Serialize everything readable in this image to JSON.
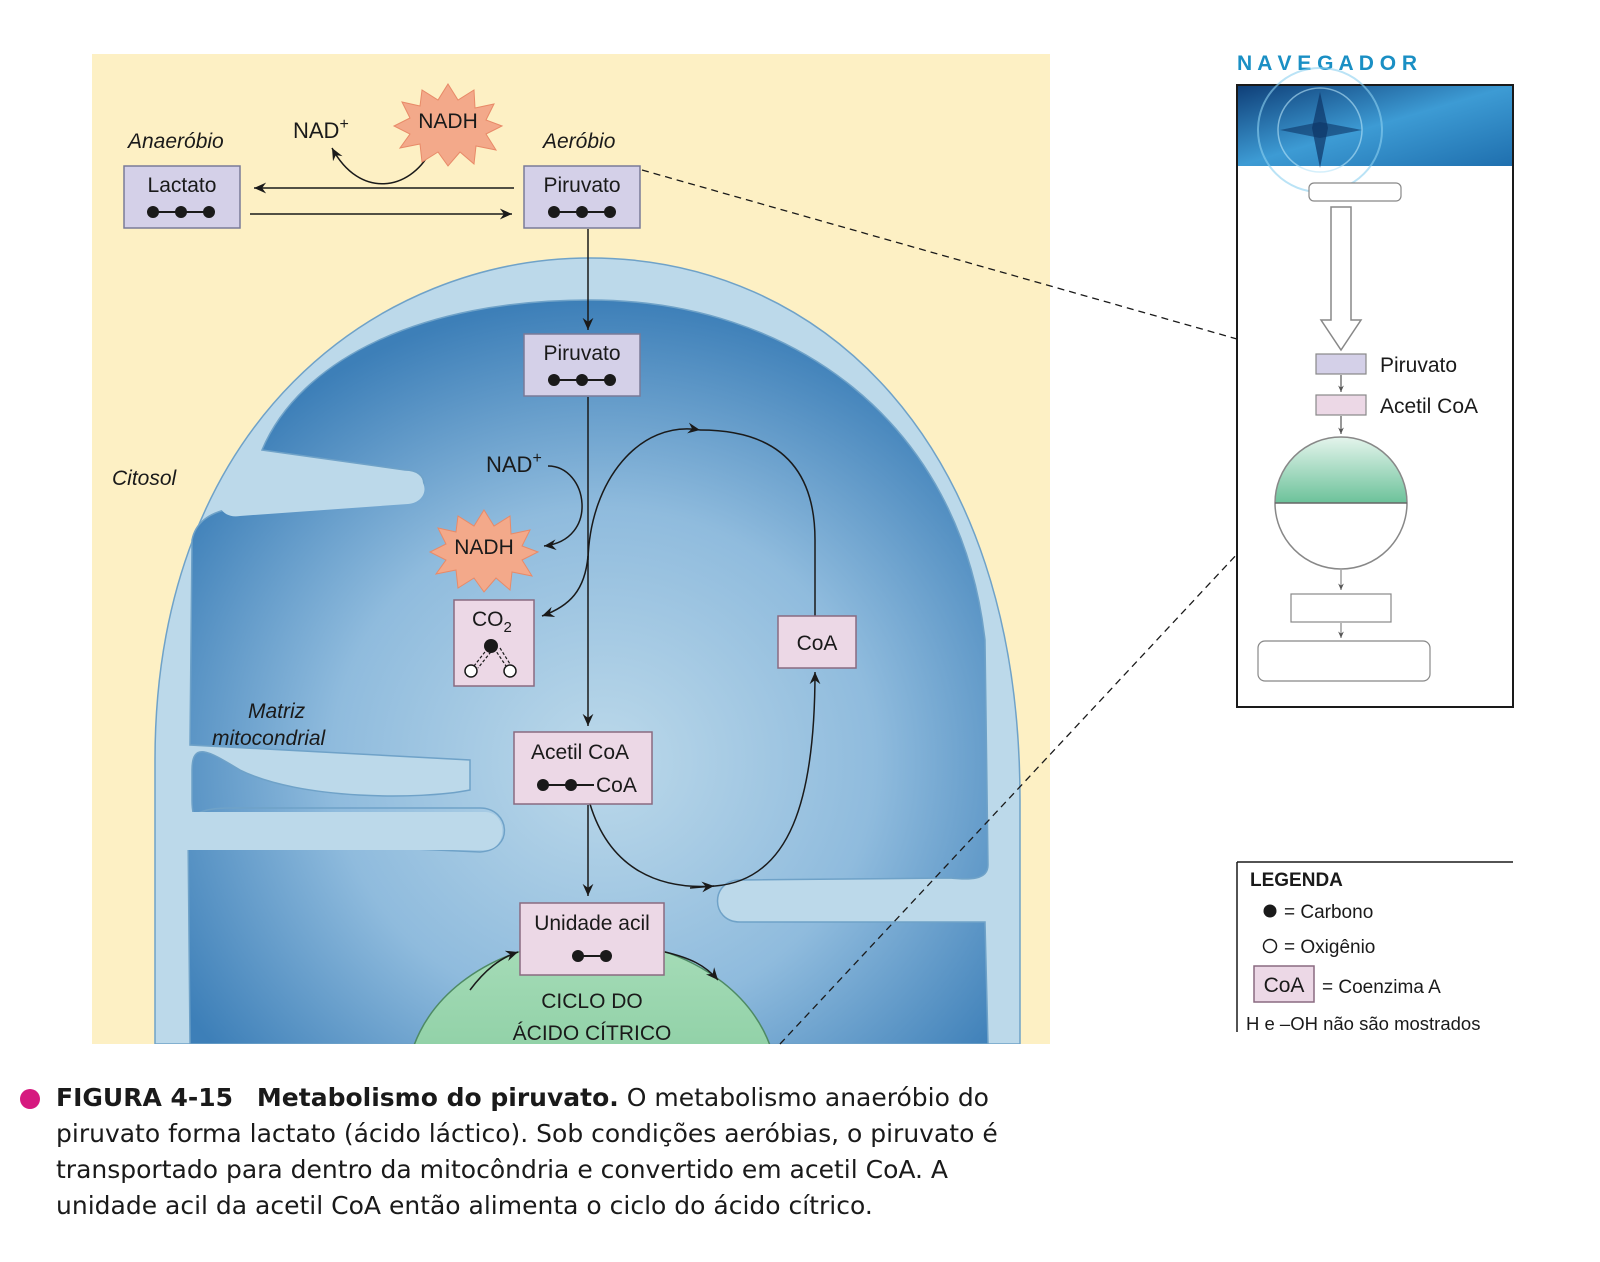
{
  "colors": {
    "cytosol": "#fdf0c4",
    "membrane_outer": "#bcd9ea",
    "matrix": "#5b9ccc",
    "molecule_box_purple": "#d4d0e8",
    "molecule_box_pink": "#ecd8e6",
    "nadh_burst": "#f3a98a",
    "citric_cycle": "#8fd1a6",
    "navigator_title": "#1a8fc4",
    "caption_bullet": "#d6197f"
  },
  "main": {
    "label_anaerobic": "Anaeróbio",
    "label_aerobic": "Aeróbio",
    "label_cytosol": "Citosol",
    "label_matrix_line1": "Matriz",
    "label_matrix_line2": "mitocondrial",
    "lactate": "Lactato",
    "pyruvate_cytosol": "Piruvato",
    "pyruvate_mito": "Piruvato",
    "nad_top": "NAD",
    "nad_top_sup": "+",
    "nadh_top": "NADH",
    "nad_mito": "NAD",
    "nad_mito_sup": "+",
    "nadh_mito": "NADH",
    "co2": "CO",
    "co2_sub": "2",
    "coa": "CoA",
    "acetyl_coa": "Acetil CoA",
    "acetyl_coa_tail": "CoA",
    "acyl_unit": "Unidade acil",
    "cycle_line1": "CICLO DO",
    "cycle_line2": "ÁCIDO CÍTRICO"
  },
  "navigator": {
    "title": "N A V E G A D O R",
    "pyruvate": "Piruvato",
    "acetyl_coa": "Acetil CoA",
    "compass_icon": "compass-icon"
  },
  "legend": {
    "title": "LEGENDA",
    "carbon": "= Carbono",
    "oxygen": "= Oxigênio",
    "coa_box": "CoA",
    "coa_desc": "= Coenzima A",
    "note": "H e –OH não são mostrados"
  },
  "caption": {
    "label": "FIGURA 4-15",
    "title": "Metabolismo do piruvato.",
    "text": " O metabolismo anaeróbio do piruvato forma lactato (ácido láctico). Sob condições aeróbias, o piruvato é transportado para dentro da mitocôndria e convertido em acetil CoA. A unidade acil da acetil CoA então alimenta o ciclo do ácido cítrico."
  }
}
